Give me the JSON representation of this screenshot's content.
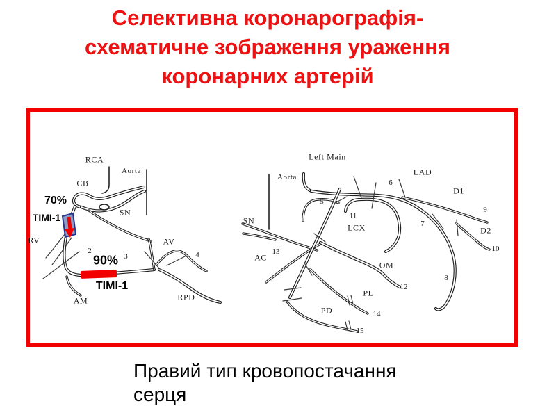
{
  "slide": {
    "title_lines": [
      "Селективна коронарографія-",
      "схематичне зображення ураження",
      "коронарних артерій"
    ],
    "caption": "Правий тип кровопостачання серця"
  },
  "colors": {
    "title_red": "#ee1111",
    "frame_red": "#f20000",
    "stenosis_red": "#f20000",
    "stenosis_outline_blue": "#283593",
    "vessel_ink": "#1f1f1f"
  },
  "figure": {
    "rca_panel": {
      "labels": {
        "rca": "RCA",
        "aorta": "Aorta",
        "cb": "CB",
        "sn": "SN",
        "rv": "RV",
        "av": "AV",
        "am": "AM",
        "rpd": "RPD"
      },
      "segments": {
        "n2": "2",
        "n3": "3",
        "n4": "4"
      },
      "stenosis_proximal": {
        "percent": "70%",
        "flow": "TIMI-1"
      },
      "stenosis_mid": {
        "percent": "90%",
        "flow": "TIMI-1"
      }
    },
    "left_coronary_panel": {
      "labels": {
        "left_main": "Left Main",
        "aorta": "Aorta",
        "lad": "LAD",
        "d1": "D1",
        "d2": "D2",
        "lcx": "LCX",
        "sn": "SN",
        "ac": "AC",
        "om": "OM",
        "pl": "PL",
        "pd": "PD"
      },
      "segments": {
        "n5": "5",
        "n6": "6",
        "n7": "7",
        "n8": "8",
        "n9": "9",
        "n10": "10",
        "n11": "11",
        "n12": "12",
        "n13": "13",
        "n14": "14",
        "n15": "15"
      }
    }
  }
}
